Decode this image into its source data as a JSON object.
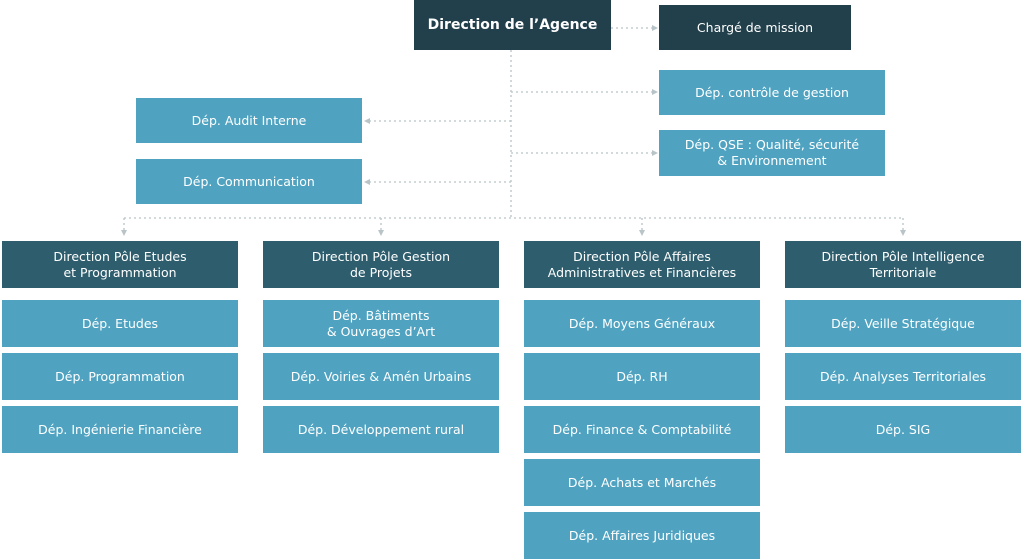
{
  "top": {
    "label": "Direction de l’Agence"
  },
  "side_right": [
    {
      "label": "Chargé de mission"
    },
    {
      "label": "Dép. contrôle de gestion"
    },
    {
      "label": "Dép. QSE : Qualité, sécurité\n& Environnement"
    }
  ],
  "side_left": [
    {
      "label": "Dép. Audit Interne"
    },
    {
      "label": "Dép. Communication"
    }
  ],
  "columns": [
    {
      "head": "Direction Pôle Etudes\net Programmation",
      "items": [
        "Dép. Etudes",
        "Dép. Programmation",
        "Dép. Ingénierie Financière"
      ]
    },
    {
      "head": "Direction Pôle Gestion\nde Projets",
      "items": [
        "Dép. Bâtiments\n& Ouvrages d’Art",
        "Dép. Voiries & Amén Urbains",
        "Dép. Développement rural"
      ]
    },
    {
      "head": "Direction Pôle Affaires\nAdministratives et Financières",
      "items": [
        "Dép. Moyens Généraux",
        "Dép. RH",
        "Dép. Finance & Comptabilité",
        "Dép. Achats et Marchés",
        "Dép. Affaires Juridiques"
      ]
    },
    {
      "head": "Direction Pôle Intelligence\nTerritoriale",
      "items": [
        "Dép. Veille Stratégique",
        "Dép. Analyses Territoriales",
        "Dép. SIG"
      ]
    }
  ],
  "colors": {
    "dark": "#22404c",
    "mid": "#2e5e6e",
    "light": "#4fa3c1",
    "connector": "#b8c4c8"
  }
}
